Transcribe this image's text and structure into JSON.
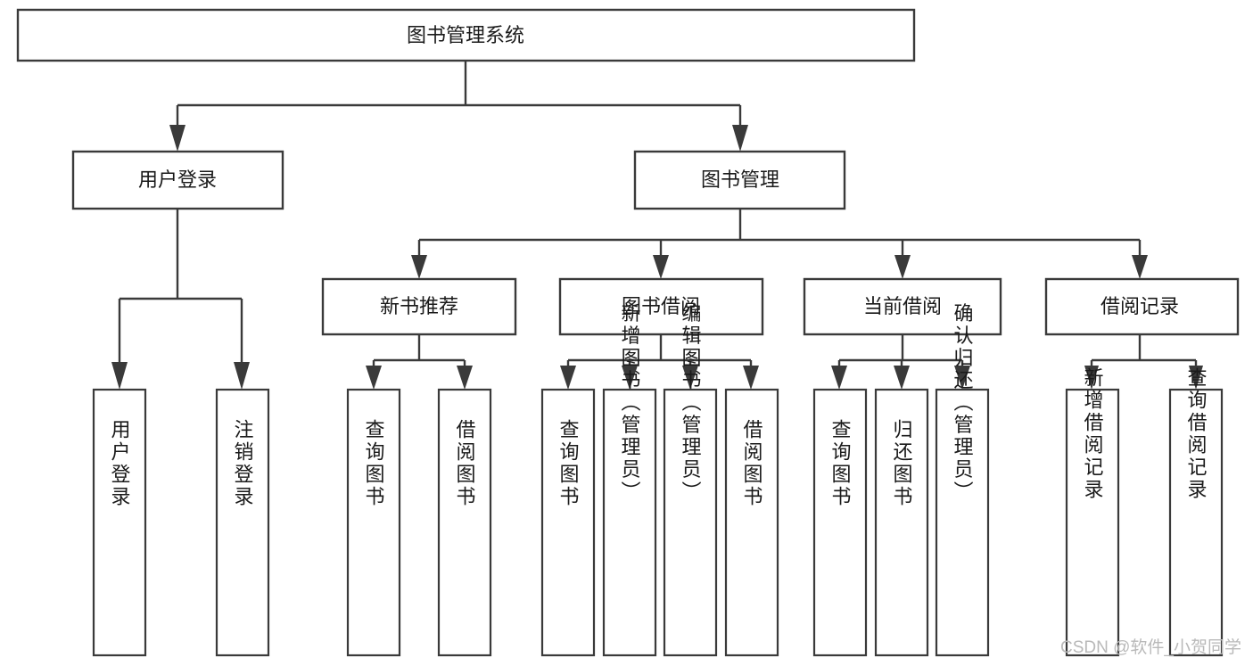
{
  "diagram": {
    "title_node": {
      "id": "root",
      "label": "图书管理系统",
      "orientation": "horizontal"
    },
    "level1": [
      {
        "id": "user-login",
        "label": "用户登录",
        "orientation": "horizontal"
      },
      {
        "id": "book-management",
        "label": "图书管理",
        "orientation": "horizontal"
      }
    ],
    "level2": [
      {
        "id": "new-book-recommend",
        "label": "新书推荐",
        "orientation": "horizontal",
        "parent": "book-management"
      },
      {
        "id": "book-borrow",
        "label": "图书借阅",
        "orientation": "horizontal",
        "parent": "book-management"
      },
      {
        "id": "current-borrow",
        "label": "当前借阅",
        "orientation": "horizontal",
        "parent": "book-management"
      },
      {
        "id": "borrow-record",
        "label": "借阅记录",
        "orientation": "horizontal",
        "parent": "book-management"
      }
    ],
    "leaves": [
      {
        "id": "leaf-user-login",
        "label": "用户登录",
        "orientation": "vertical",
        "parent": "user-login"
      },
      {
        "id": "leaf-logout",
        "label": "注销登录",
        "orientation": "vertical",
        "parent": "user-login"
      },
      {
        "id": "leaf-query-book-1",
        "label": "查询图书",
        "orientation": "vertical",
        "parent": "new-book-recommend"
      },
      {
        "id": "leaf-borrow-book-1",
        "label": "借阅图书",
        "orientation": "vertical",
        "parent": "new-book-recommend"
      },
      {
        "id": "leaf-query-book-2",
        "label": "查询图书",
        "orientation": "vertical",
        "parent": "book-borrow"
      },
      {
        "id": "leaf-add-book",
        "label": "新增图书（管理员）",
        "orientation": "vertical",
        "parent": "book-borrow"
      },
      {
        "id": "leaf-edit-book",
        "label": "编辑图书（管理员）",
        "orientation": "vertical",
        "parent": "book-borrow"
      },
      {
        "id": "leaf-borrow-book-2",
        "label": "借阅图书",
        "orientation": "vertical",
        "parent": "book-borrow"
      },
      {
        "id": "leaf-query-book-3",
        "label": "查询图书",
        "orientation": "vertical",
        "parent": "current-borrow"
      },
      {
        "id": "leaf-return-book",
        "label": "归还图书",
        "orientation": "vertical",
        "parent": "current-borrow"
      },
      {
        "id": "leaf-confirm-return",
        "label": "确认归还（管理员）",
        "orientation": "vertical",
        "parent": "current-borrow"
      },
      {
        "id": "leaf-add-record",
        "label": "新增借阅记录",
        "orientation": "vertical",
        "parent": "borrow-record"
      },
      {
        "id": "leaf-query-record",
        "label": "查询借阅记录",
        "orientation": "vertical",
        "parent": "borrow-record"
      }
    ]
  },
  "watermark": {
    "text": "CSDN @软件_小贺同学"
  },
  "colors": {
    "stroke": "#3a3a3a",
    "fill": "#ffffff",
    "text": "#1a1a1a",
    "watermark": "#b9b9b9"
  }
}
